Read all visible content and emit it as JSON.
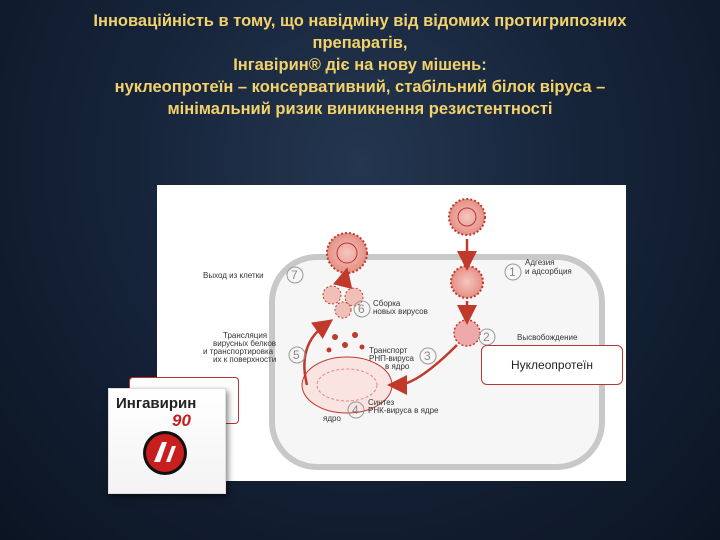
{
  "title": {
    "lines": [
      "Інноваційність в тому, що навідміну від відомих протигрипозних",
      "препаратів,",
      "Інгавірин® діє на  нову мішень:",
      "нуклеопротеїн – консервативний, стабільний білок віруса –",
      "мінімальний ризик виникнення резистентності"
    ]
  },
  "diagram": {
    "steps": [
      {
        "num": "1",
        "label_lines": [
          "Адгезия",
          "и адсорбция"
        ]
      },
      {
        "num": "2",
        "label_lines": [
          "Высвобождение"
        ]
      },
      {
        "num": "3",
        "label_lines": [
          "Транспорт",
          "РНП-вируса",
          "в ядро"
        ]
      },
      {
        "num": "4",
        "label_lines": [
          "Синтез",
          "РНК-вируса в ядре"
        ]
      },
      {
        "num": "5",
        "label_lines": [
          "Трансляция",
          "вирусных белков",
          "и транспортировка",
          "их к поверхности"
        ]
      },
      {
        "num": "6",
        "label_lines": [
          "Сборка",
          "новых вирусов"
        ]
      },
      {
        "num": "7",
        "label_lines": [
          "Выход из клетки"
        ]
      }
    ],
    "nucleus_label": "ядро"
  },
  "callout": {
    "text": "Нуклеопротеїн"
  },
  "product": {
    "brand": "Ингавирин",
    "dose": "90"
  },
  "colors": {
    "title": "#f2d26a",
    "virus": "#c0392b",
    "arrow": "#c0392b"
  }
}
